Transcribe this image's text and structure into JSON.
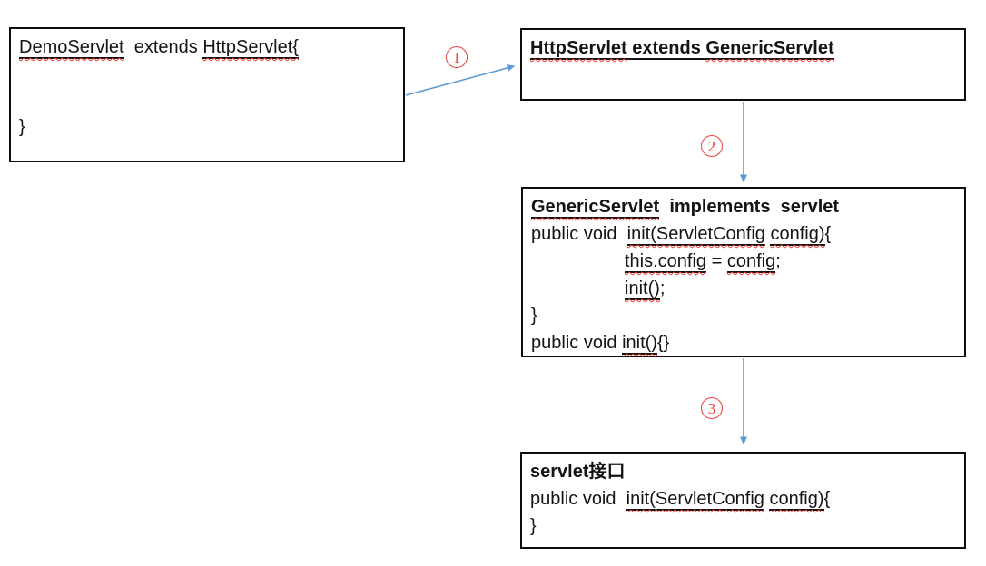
{
  "box1": {
    "line1": {
      "s1": "DemoServlet",
      "s2": "  extends ",
      "s3": "HttpServlet{"
    },
    "line2": {
      "s1": "}"
    }
  },
  "box2": {
    "line1": {
      "s1": "HttpServlet",
      "s2": " extends ",
      "s3": "GenericServlet"
    }
  },
  "box3": {
    "line1": {
      "s1": "GenericServlet",
      "s2": "  implements  servlet"
    },
    "line2": {
      "s1": "public void  ",
      "s2": "init(ServletConfig",
      "s3": " ",
      "s4": "config)",
      "s5": "{"
    },
    "line3": {
      "s1": "this.config",
      "s2": " = ",
      "s3": "config",
      "s4": ";"
    },
    "line4": {
      "s1": "init()",
      "s2": ";"
    },
    "line5": {
      "s1": "}"
    },
    "line6": {
      "s1": "public void ",
      "s2": "init()",
      "s3": "{}"
    }
  },
  "box4": {
    "line1": {
      "s1": "servlet",
      "s2": "接口"
    },
    "line2": {
      "s1": "public void  ",
      "s2": "init(ServletConfig",
      "s3": " ",
      "s4": "config)",
      "s5": "{"
    },
    "line3": {
      "s1": "}"
    }
  },
  "steps": {
    "one": "1",
    "two": "2",
    "three": "3"
  },
  "colors": {
    "arrow": "#5b9bd5",
    "step_red": "#e8403a",
    "squiggle_red": "#f03b30",
    "border_black": "#0d0d0d"
  }
}
